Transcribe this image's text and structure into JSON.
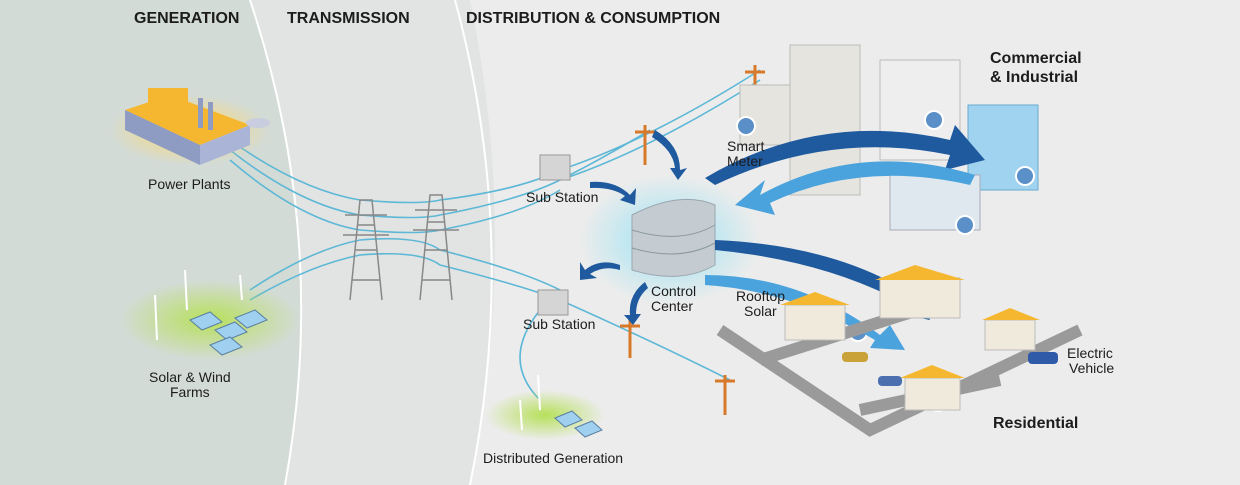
{
  "sections": {
    "generation": "GENERATION",
    "transmission": "TRANSMISSION",
    "distribution": "DISTRIBUTION & CONSUMPTION"
  },
  "labels": {
    "power_plants": "Power Plants",
    "solar_wind_1": "Solar & Wind",
    "solar_wind_2": "Farms",
    "sub_station_top": "Sub Station",
    "sub_station_bottom": "Sub Station",
    "control_center_1": "Control",
    "control_center_2": "Center",
    "smart_meter_1": "Smart",
    "smart_meter_2": "Meter",
    "commercial_1": "Commercial",
    "commercial_2": "& Industrial",
    "rooftop_1": "Rooftop",
    "rooftop_2": "Solar",
    "ev_1": "Electric",
    "ev_2": "Vehicle",
    "residential": "Residential",
    "distributed_generation": "Distributed Generation"
  },
  "colors": {
    "generation_bg": "#d3dbd6",
    "transmission_bg": "#e2e3e3",
    "distribution_bg": "#ececec",
    "wire": "#5cb8d6",
    "arrow_dark": "#1f5a9e",
    "arrow_light": "#4aa3dc"
  }
}
